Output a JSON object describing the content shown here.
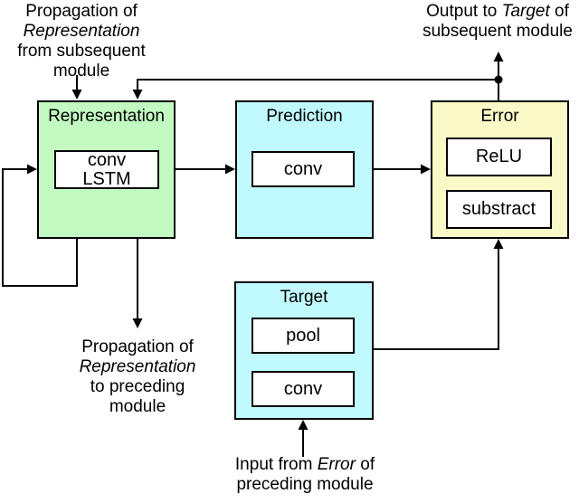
{
  "annotations": {
    "propagation_from_subsequent": {
      "l1": "Propagation of",
      "l2": "Representation",
      "l3": "from subsequent",
      "l4": "module"
    },
    "output_to_target": {
      "l1_pre": "Output to ",
      "l1_em": "Target",
      "l1_post": " of",
      "l2": "subsequent module"
    },
    "propagation_to_preceding": {
      "l1": "Propagation of",
      "l2": "Representation",
      "l3": "to preceding",
      "l4": "module"
    },
    "input_from_error": {
      "l1_pre": "Input from ",
      "l1_em": "Error",
      "l1_post": " of",
      "l2": "preceding module"
    }
  },
  "modules": {
    "representation": {
      "title": "Representation",
      "ops": [
        "conv",
        "LSTM"
      ]
    },
    "prediction": {
      "title": "Prediction",
      "ops": [
        "conv"
      ]
    },
    "error": {
      "title": "Error",
      "ops": [
        "ReLU",
        "substract"
      ]
    },
    "target": {
      "title": "Target",
      "ops": [
        "pool",
        "conv"
      ]
    }
  },
  "colors": {
    "representation_fill": "#c2fac2",
    "prediction_fill": "#c0faff",
    "target_fill": "#c0faff",
    "error_fill": "#fafac8",
    "wire": "#000000"
  }
}
